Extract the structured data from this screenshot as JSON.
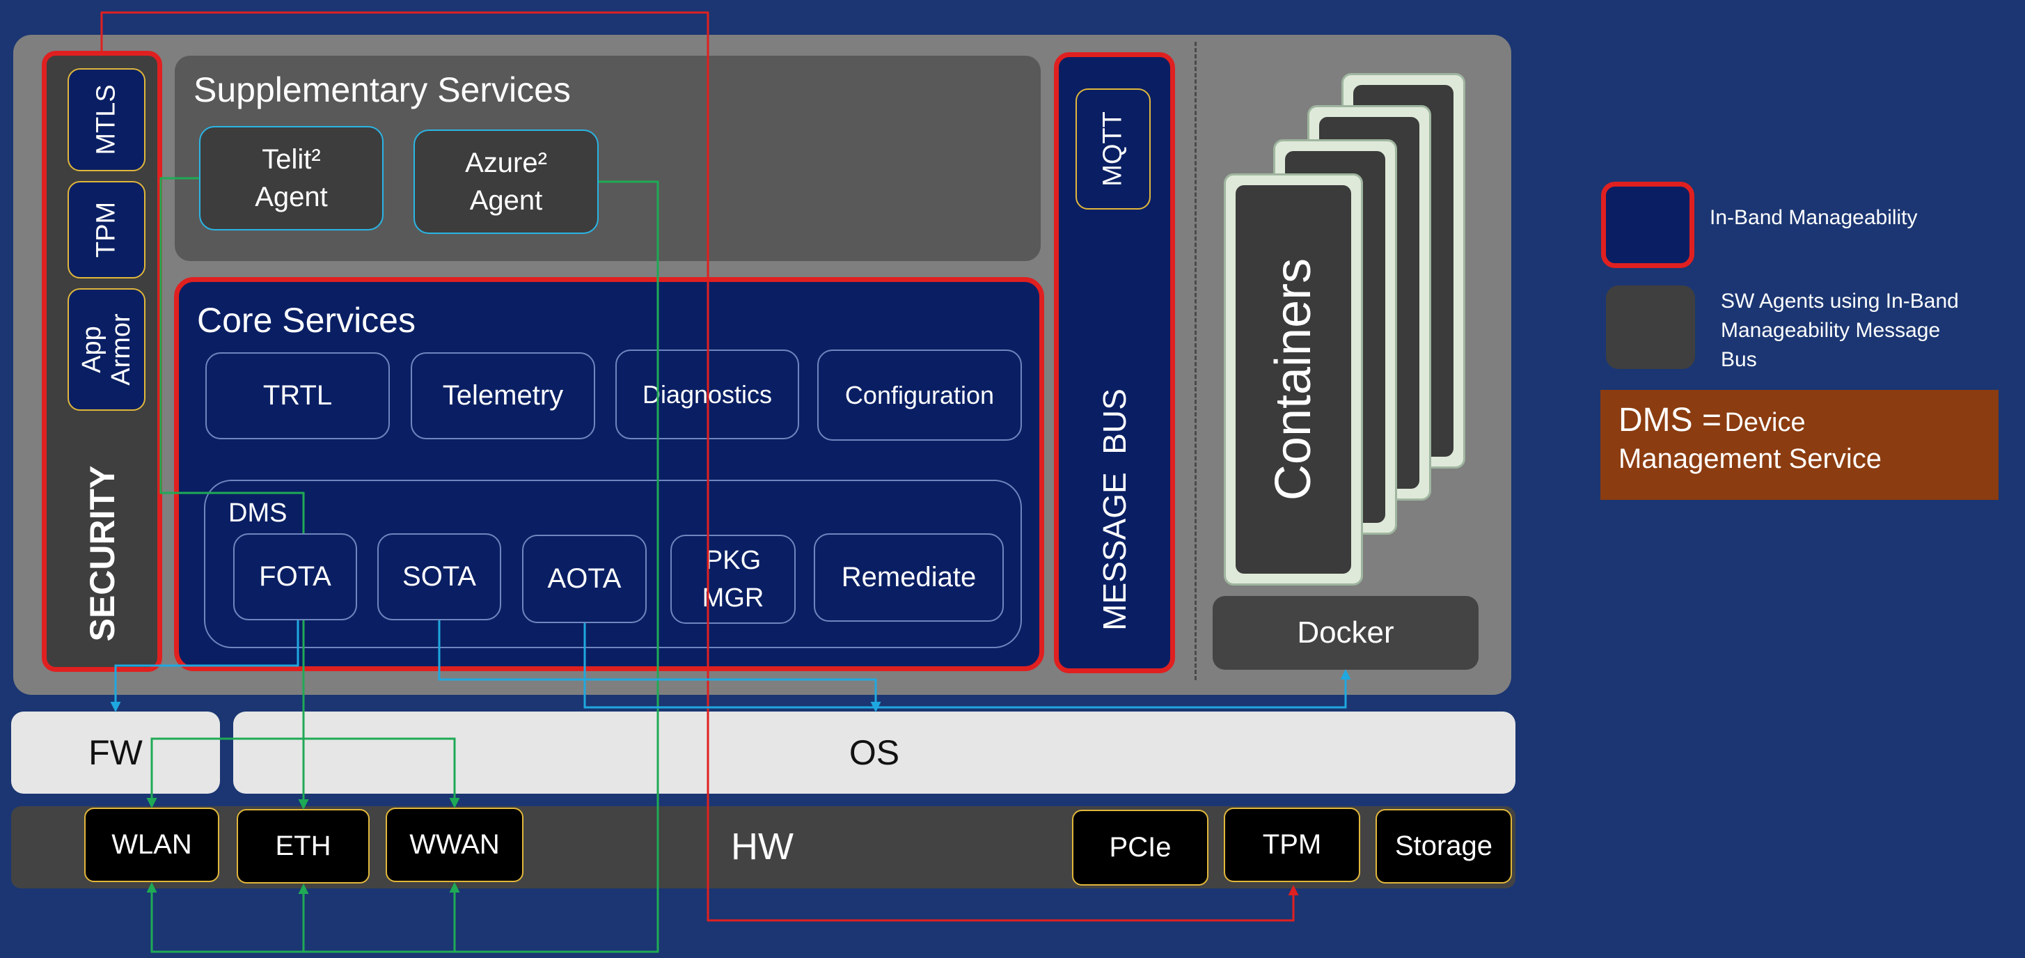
{
  "security": {
    "title": "SECURITY",
    "items": [
      "MTLS",
      "TPM",
      "App\nArmor"
    ]
  },
  "supplementary": {
    "title": "Supplementary Services",
    "agents": [
      "Telit²\nAgent",
      "Azure²\nAgent"
    ]
  },
  "core": {
    "title": "Core Services",
    "services": [
      "TRTL",
      "Telemetry",
      "Diagnostics",
      "Configuration"
    ],
    "dms_label": "DMS",
    "dms_items": [
      "FOTA",
      "SOTA",
      "AOTA",
      "PKG\nMGR",
      "Remediate"
    ]
  },
  "message_bus": {
    "title": "MESSAGE  BUS",
    "mqtt": "MQTT"
  },
  "containers": {
    "title": "Containers",
    "docker": "Docker"
  },
  "layers": {
    "fw": "FW",
    "os": "OS",
    "hw": "HW"
  },
  "hw_items": {
    "left": [
      "WLAN",
      "ETH",
      "WWAN"
    ],
    "right": [
      "PCIe",
      "TPM",
      "Storage"
    ]
  },
  "legend": {
    "inband": "In-Band Manageability",
    "sw_agents": "SW Agents using In-Band\nManageability Message\nBus",
    "dms_abbr": "DMS =",
    "dms_def_first": "Device",
    "dms_def_second": "Management Service"
  },
  "colors": {
    "background": "#1b3672",
    "navy": "#0a1f63",
    "red": "#e02020",
    "green": "#1faa55",
    "blue": "#1fa8e0",
    "gold": "#e1b73b",
    "dark_gray": "#444444",
    "panel_gray": "#7f7f7f",
    "brown": "#8b3c10"
  }
}
